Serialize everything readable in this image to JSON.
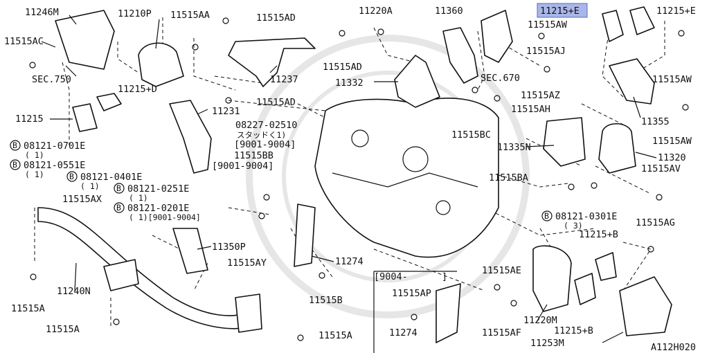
{
  "diagram": {
    "highlight_color": "#a9b7e8",
    "code": "A112H020",
    "labels": {
      "p11246M": "11246M",
      "p11210P": "11210P",
      "p11515AA": "11515AA",
      "p11515AD_top": "11515AD",
      "p11220A": "11220A",
      "p11360": "11360",
      "p11215E_hl": "11215+E",
      "p11215E": "11215+E",
      "p11515AC": "11515AC",
      "p11515AW_1": "11515AW",
      "p11515AJ": "11515AJ",
      "p11515AD_r": "11515AD",
      "pSEC670": "SEC.670",
      "pSEC750": "SEC.750",
      "p11237": "11237",
      "p11332": "11332",
      "p11515AW_2": "11515AW",
      "p11215D": "11215+D",
      "p11515AZ": "11515AZ",
      "p11515AD_mid": "11515AD",
      "p11515AH": "11515AH",
      "p11215": "11215",
      "p11231": "11231",
      "p11355": "11355",
      "p08227": "08227-02510",
      "pStud": "スタッドく1)",
      "pStudRange": "[9001-9004]",
      "p11515BC": "11515BC",
      "p11515AW_3": "11515AW",
      "b0701": "08121-0701E",
      "b0701q": "( 1)",
      "p11515BB": "11515BB",
      "p11335N": "11335N",
      "p11320": "11320",
      "b0551": "08121-0551E",
      "b0551q": "( 1)",
      "pBBrange": "[9001-9004]",
      "p11515AV": "11515AV",
      "b0401": "08121-0401E",
      "b0401q": "( 1)",
      "p11515BA": "11515BA",
      "b0251": "08121-0251E",
      "b0251q": "( 1)",
      "p11515AX": "11515AX",
      "b0201": "08121-0201E",
      "b0201q": "( 1)[9001-9004]",
      "b0301": "08121-0301E",
      "b0301q": "( 3)",
      "p11515AG": "11515AG",
      "p11350P": "11350P",
      "p11215B_top": "11215+B",
      "p11515AY": "11515AY",
      "p11274": "11274",
      "p11515AE": "11515AE",
      "p11240N": "11240N",
      "p11515A_left": "11515A",
      "pRange9004": "[9004-",
      "pRangeClose": "]",
      "p11515AP": "11515AP",
      "p11515B": "11515B",
      "p11220M": "11220M",
      "p11515A_bl": "11515A",
      "p11274_box": "11274",
      "p11515AF": "11515AF",
      "p11215B_bot": "11215+B",
      "p11515A_bot": "11515A",
      "p11253M": "11253M",
      "b_letter": "B"
    }
  }
}
